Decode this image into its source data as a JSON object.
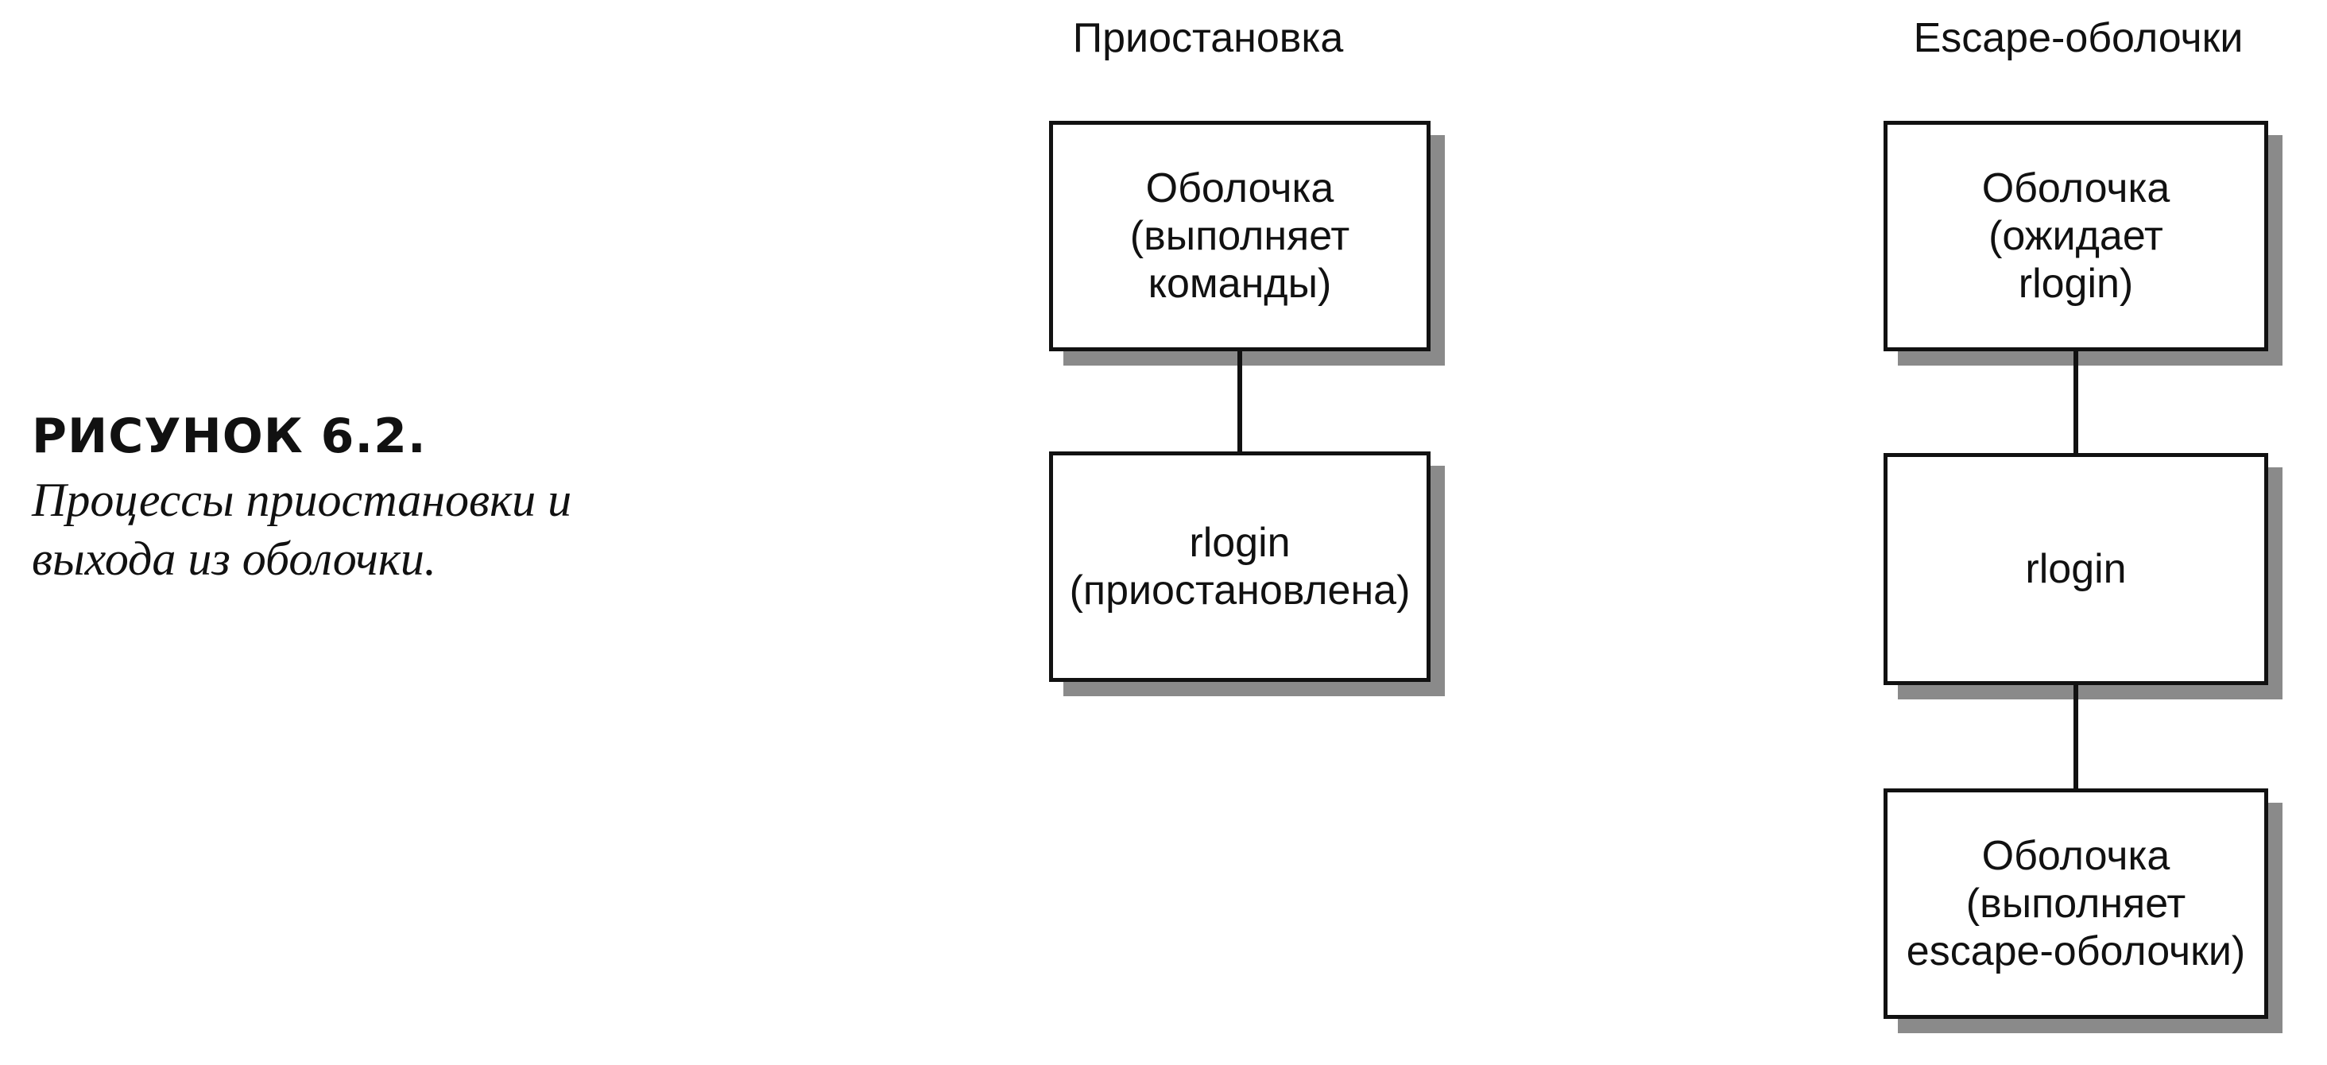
{
  "figure": {
    "label": "РИСУНОК 6.2.",
    "caption": "Процессы приостановки и\nвыхода из оболочки."
  },
  "diagram": {
    "left_column": {
      "title": "Приостановка",
      "boxes": [
        {
          "text": "Оболочка\n(выполняет\nкоманды)"
        },
        {
          "text": "rlogin\n(приостановлена)"
        }
      ]
    },
    "right_column": {
      "title": "Escape-оболочки",
      "boxes": [
        {
          "text": "Оболочка\n(ожидает\nrlogin)"
        },
        {
          "text": "rlogin"
        },
        {
          "text": "Оболочка\n(выполняет\nescape-оболочки)"
        }
      ]
    }
  }
}
